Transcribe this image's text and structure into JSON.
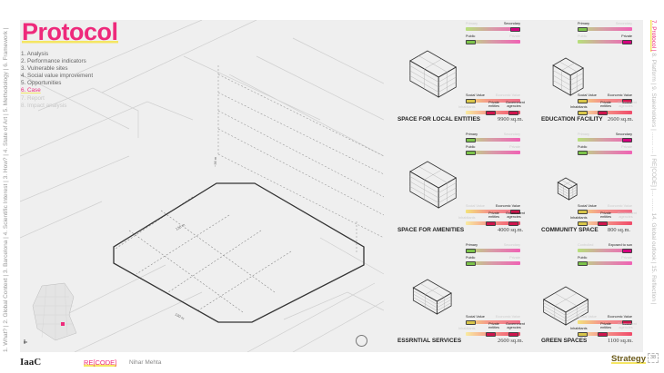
{
  "header": {
    "title": "Protocol"
  },
  "steps": [
    {
      "label": "1. Analysis",
      "state": "normal"
    },
    {
      "label": "2. Performance indicators",
      "state": "normal"
    },
    {
      "label": "3. Vulnerable sites",
      "state": "normal"
    },
    {
      "label": "4. Social value improvement",
      "state": "normal"
    },
    {
      "label": "5. Opportunities",
      "state": "normal"
    },
    {
      "label": "6. Case",
      "state": "active"
    },
    {
      "label": "7. Report",
      "state": "faded"
    },
    {
      "label": "8. Impact analysis",
      "state": "faded"
    }
  ],
  "nav_left": "1. What? | 2. Global Context | 3. Barcelona | 4. Scientific Interest | 3. How? | 4. State of Art | 5. Methodology | 6. Framework |",
  "nav_right": {
    "active": "7. Protocol |",
    "rest": " 8. Platform | 9. Stakeholders | ........ .... | RE[CODE] |.... ........ 14. Global outlook | 15. Reflection |"
  },
  "site": {
    "dim_a": "130 m",
    "dim_b": "130 m",
    "dim_h": "~36 m"
  },
  "colors": {
    "accent": "#ee2a7b",
    "highlight": "#f5e663"
  },
  "cards": [
    {
      "title": "SPACE FOR LOCAL ENTITIES",
      "area": "9900 sq.m.",
      "bar1": {
        "left": "Primary",
        "right": "Secondary",
        "active": [
          "right"
        ]
      },
      "bar2": {
        "left": "Public",
        "right": "Private",
        "active": [
          "left"
        ]
      },
      "bar3": {
        "left": "Social Value",
        "right": "Economic Value",
        "active": [
          "left"
        ]
      },
      "bar4": {
        "a": "Inhabitants",
        "b": "Private entities",
        "c": "Government agencies",
        "active": [
          "b",
          "c"
        ]
      }
    },
    {
      "title": "EDUCATION FACILITY",
      "area": "2600 sq.m.",
      "bar1": {
        "left": "Primary",
        "right": "Secondary",
        "active": [
          "left"
        ]
      },
      "bar2": {
        "left": "Public",
        "right": "Private",
        "active": [
          "right"
        ]
      },
      "bar3": {
        "left": "Social Value",
        "right": "Economic Value",
        "active": [
          "left",
          "right"
        ]
      },
      "bar4": {
        "a": "Inhabitants",
        "b": "Private entities",
        "c": "Government agencies",
        "active": [
          "a",
          "b"
        ]
      }
    },
    {
      "title": "SPACE FOR AMENITIES",
      "area": "4000 sq.m.",
      "bar1": {
        "left": "Primary",
        "right": "Secondary",
        "active": [
          "left"
        ]
      },
      "bar2": {
        "left": "Public",
        "right": "Private",
        "active": [
          "left"
        ]
      },
      "bar3": {
        "left": "Social Value",
        "right": "Economic Value",
        "active": [
          "right"
        ]
      },
      "bar4": {
        "a": "Inhabitants",
        "b": "Private entities",
        "c": "Government agencies",
        "active": [
          "b",
          "c"
        ]
      }
    },
    {
      "title": "COMMUNITY SPACE",
      "area": "800 sq.m.",
      "bar1": {
        "left": "Primary",
        "right": "Secondary",
        "active": [
          "right"
        ]
      },
      "bar2": {
        "left": "Public",
        "right": "Private",
        "active": [
          "left"
        ]
      },
      "bar3": {
        "left": "Social Value",
        "right": "Economic Value",
        "active": [
          "left"
        ]
      },
      "bar4": {
        "a": "Inhabitants",
        "b": "Private entities",
        "c": "Government agencies",
        "active": [
          "a",
          "b"
        ]
      }
    },
    {
      "title": "ESSRNTIAL SERVICES",
      "area": "2600 sq.m.",
      "bar1": {
        "left": "Primary",
        "right": "Secondary",
        "active": [
          "left"
        ]
      },
      "bar2": {
        "left": "Public",
        "right": "Private",
        "active": [
          "left"
        ]
      },
      "bar3": {
        "left": "Social Value",
        "right": "Economic Value",
        "active": [
          "left"
        ]
      },
      "bar4": {
        "a": "Inhabitants",
        "b": "Private entities",
        "c": "Government agencies",
        "active": [
          "b",
          "c"
        ]
      }
    },
    {
      "title": "GREEN SPACES",
      "area": "1100 sq.m.",
      "bar1": {
        "left": "Controlled",
        "right": "Exposed to sun",
        "active": [
          "right"
        ]
      },
      "bar2": {
        "left": "Public",
        "right": "Private",
        "active": [
          "left"
        ]
      },
      "bar3": {
        "left": "Social Value",
        "right": "Economic Value",
        "active": [
          "right"
        ]
      },
      "bar4": {
        "a": "Inhabitants",
        "b": "Private entities",
        "c": "Government agencies",
        "active": [
          "a",
          "b"
        ]
      }
    }
  ],
  "footer": {
    "logo": "IaaC",
    "brand": "RE[CODE]",
    "author": "Nihar Mehta",
    "section": "Strategy",
    "page": "38"
  }
}
